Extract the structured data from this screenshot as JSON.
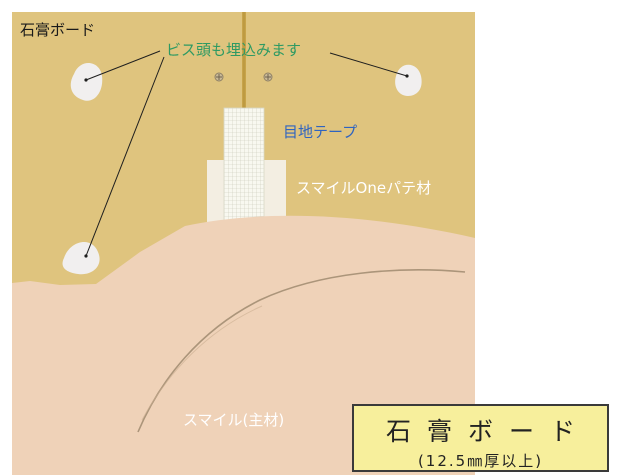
{
  "labels": {
    "board": "石膏ボード",
    "screw": "ビス頭も埋込みます",
    "tape": "目地テープ",
    "putty": "スマイルOneパテ材",
    "main": "スマイル(主材)"
  },
  "spec_box": {
    "title": "石膏ボード",
    "subtitle": "(12.5㎜厚以上)"
  },
  "colors": {
    "board": "#dfc47e",
    "plaster": "#efd2b8",
    "putty": "#f4f1ea",
    "tape": "#fbfbf5",
    "label_green": "#2e9a63",
    "label_blue": "#2f64c0",
    "spec_bg": "#f7ef9c"
  }
}
